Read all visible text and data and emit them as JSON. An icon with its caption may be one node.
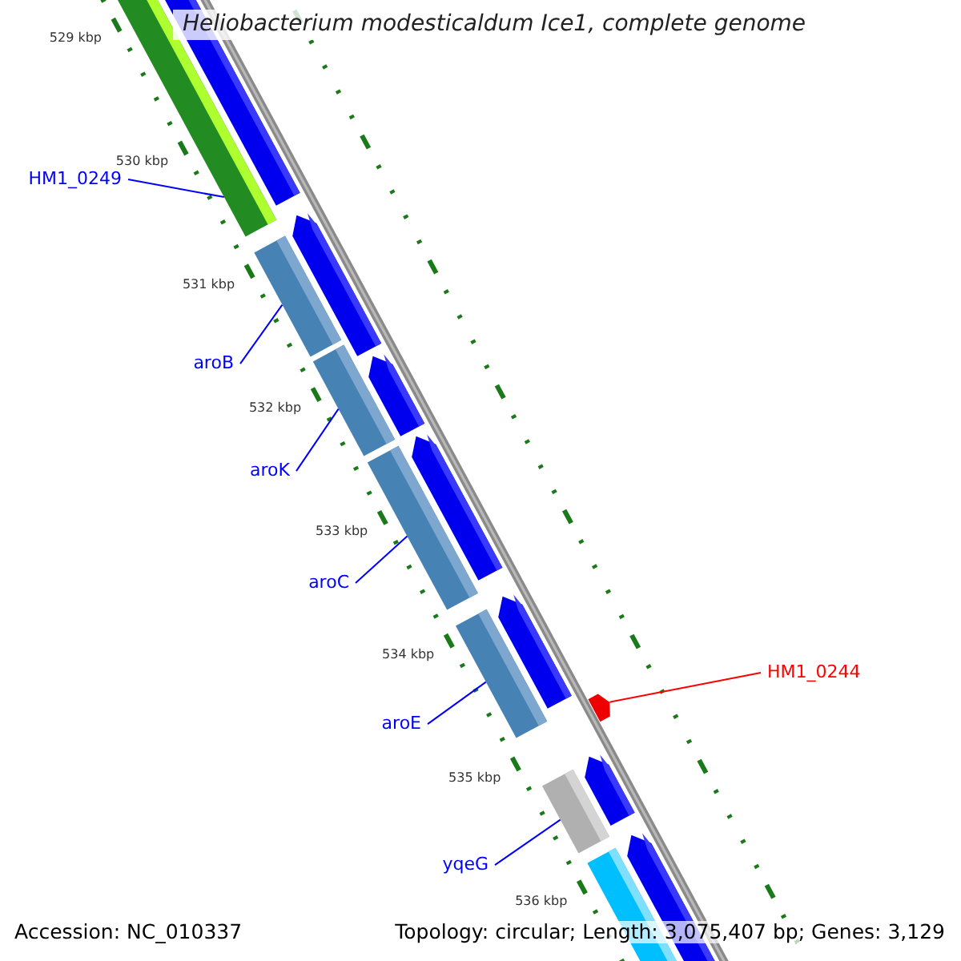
{
  "diagram": {
    "title": "Heliobacterium modesticaldum Ice1, complete genome",
    "nodes": [
      {
        "text": [
          "HM1_0249"
        ]
      },
      {
        "text": [],
        "shape": "bar"
      },
      {
        "text": [
          "aroB"
        ]
      },
      {
        "text": [],
        "shape": "bar"
      },
      {
        "text": [
          "aroK"
        ]
      },
      {
        "text": [],
        "shape": "bar"
      },
      {
        "text": [
          "aroC"
        ]
      },
      {
        "text": [],
        "shape": "bar"
      },
      {
        "text": [
          "HM1_0244"
        ]
      },
      {
        "text": [],
        "shape": "pentagon"
      },
      {
        "text": [
          "aroE"
        ]
      },
      {
        "text": [],
        "shape": "bar"
      },
      {
        "text": [
          "yqeG"
        ]
      },
      {
        "text": [],
        "shape": "bar"
      }
    ],
    "edges": [
      {
        "from": 0,
        "to": 1,
        "arrow": "none"
      },
      {
        "from": 2,
        "to": 3,
        "arrow": "none"
      },
      {
        "from": 4,
        "to": 5,
        "arrow": "none"
      },
      {
        "from": 6,
        "to": 7,
        "arrow": "none"
      },
      {
        "from": 8,
        "to": 9,
        "arrow": "none",
        "color": "#ff0000"
      },
      {
        "from": 10,
        "to": 11,
        "arrow": "none"
      },
      {
        "from": 12,
        "to": 13,
        "arrow": "none"
      }
    ],
    "labels": [
      "529 kbp",
      "530 kbp",
      "531 kbp",
      "532 kbp",
      "533 kbp",
      "534 kbp",
      "535 kbp",
      "536 kbp",
      "Accession: NC_010337",
      "Topology: circular; Length: 3,075,407 bp; Genes: 3,129"
    ]
  }
}
